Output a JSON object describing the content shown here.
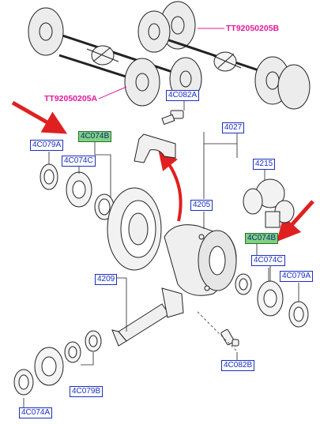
{
  "colors": {
    "label_border": "#1b2fbf",
    "label_text": "#1b2fbf",
    "highlight_fill": "#7ed37e",
    "axle_text": "#e0189a",
    "pointer_arrow": "#e02020",
    "outline": "#222222",
    "tire": "#e8e8e8"
  },
  "labels": {
    "tt_top": "TT92050205B",
    "tt_left": "TT92050205A",
    "c082a": "4C082A",
    "c4027": "4027",
    "c079a_left": "4C079A",
    "c074b_left": "4C074B",
    "c074c_left": "4C074C",
    "c4215": "4215",
    "c4205": "4205",
    "c074b_right": "4C074B",
    "c074c_right": "4C074C",
    "c079a_right": "4C079A",
    "c4209": "4209",
    "c082b": "4C082B",
    "c079b": "4C079B",
    "c074a": "4C074A"
  },
  "icons": {
    "pointer_arrows": "red-arrow-icon",
    "rotation_arrow": "curved-arrow-icon"
  }
}
